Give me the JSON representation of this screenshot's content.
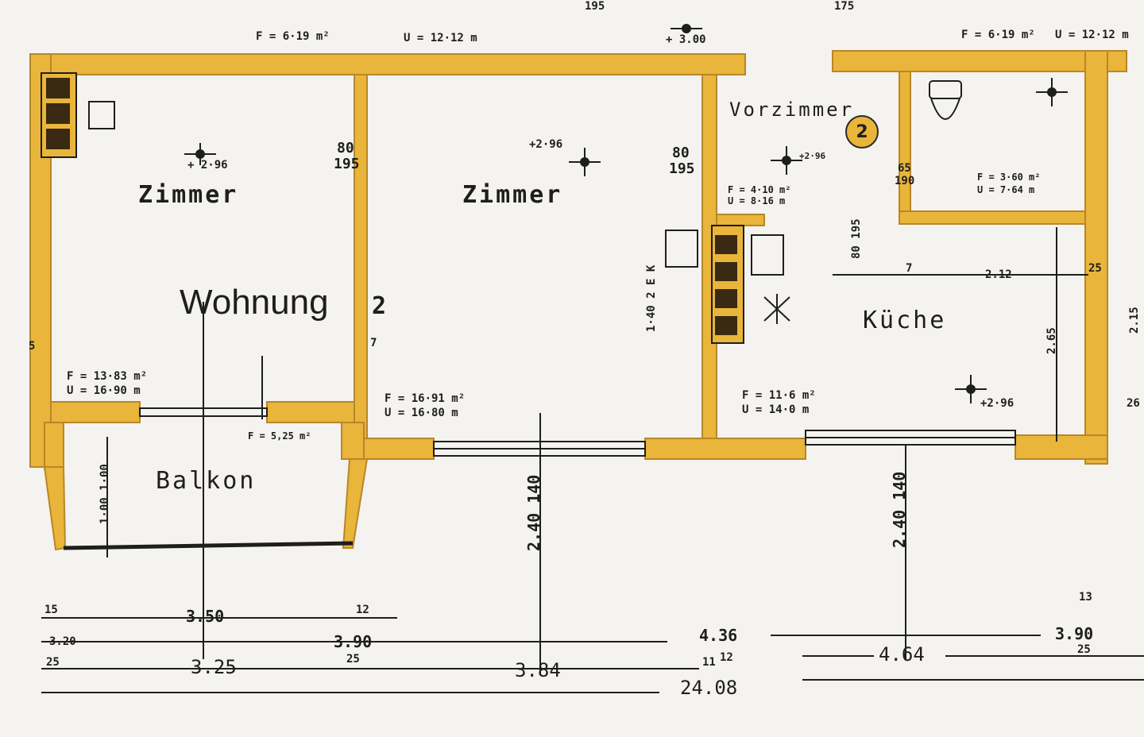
{
  "colors": {
    "wall": "#e9b53a",
    "wall_edge": "#b8862a",
    "ink": "#1e1e1e",
    "paper": "#f4f3ef"
  },
  "apartment_label": "Wohnung",
  "apartment_number": "2",
  "unit_badge": "2",
  "rooms": {
    "zimmer_left": {
      "name": "Zimmer",
      "area": "F = 13·83 m²",
      "perimeter": "U = 16·90 m",
      "height": "+ 2·96"
    },
    "zimmer_center": {
      "name": "Zimmer",
      "area": "F = 16·91 m²",
      "perimeter": "U = 16·80 m",
      "height": "+2·96"
    },
    "vorzimmer": {
      "name": "Vorzimmer",
      "area": "F = 4·10 m²",
      "perimeter": "U = 8·16 m",
      "height": "+2·96"
    },
    "kueche": {
      "name": "Küche",
      "area": "F = 11·6 m²",
      "perimeter": "U = 14·0 m",
      "height": "+2·96"
    },
    "bad": {
      "area": "F = 3·60 m²",
      "perimeter": "U = 7·64 m"
    },
    "balkon": {
      "name": "Balkon",
      "area": "F = 5,25 m²"
    }
  },
  "top_notes": {
    "left_area": "F = 6·19 m²",
    "left_perimeter": "U = 12·12 m",
    "center_height": "+ 3.00",
    "right_area": "F = 6·19 m²",
    "right_perimeter": "U = 12·12 m",
    "top_dim_1": "195",
    "top_dim_2": "175"
  },
  "door_marks": {
    "d1_top": "80",
    "d1_bottom": "195",
    "d2_top": "80",
    "d2_bottom": "195",
    "d3_top": "65",
    "d3_bottom": "190",
    "kitchen_door": "80 195"
  },
  "inner_dims": {
    "kitchen_width": "2.12",
    "kitchen_depth": "2.65",
    "stove_side": "1·40 2 E K",
    "wall_t": "7",
    "wall_25": "25",
    "kitchen_h_right": "2.15",
    "wall_26": "26",
    "left_wall_5": "5",
    "kitchen_7": "7",
    "balkon_dims": "1·00 1·00"
  },
  "window_dims": {
    "w1": "2.40 140",
    "w2": "2.40 140"
  },
  "dimension_chain": {
    "row1": [
      "15",
      "3.50",
      "12",
      "13"
    ],
    "row2": [
      "3.20",
      "3.90",
      "4.36",
      "3.90"
    ],
    "row3": [
      "25",
      "3.25",
      "25",
      "3.84",
      "11",
      "12",
      "4.64",
      "25"
    ],
    "total": "24.08"
  }
}
